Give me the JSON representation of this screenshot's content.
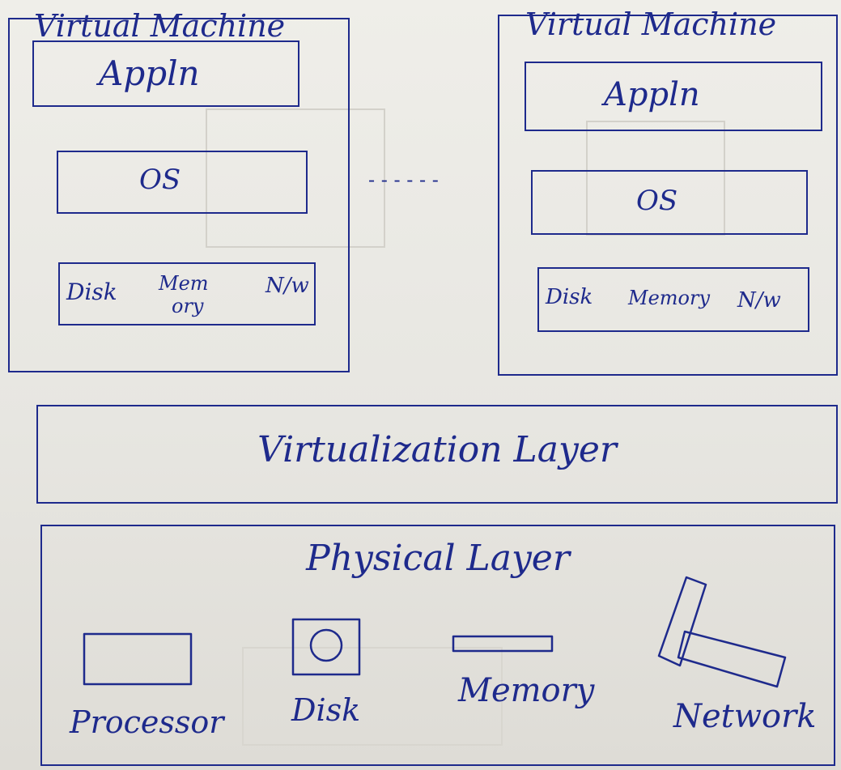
{
  "vm_left": {
    "title": "Virtual Machine",
    "app": "Appln",
    "os": "OS",
    "res_disk": "Disk",
    "res_mem_1": "Mem",
    "res_mem_2": "ory",
    "res_net": "N/w"
  },
  "vm_right": {
    "title": "Virtual Machine",
    "app": "Appln",
    "os": "OS",
    "res_disk": "Disk",
    "res_mem": "Memory",
    "res_net": "N/w"
  },
  "ellipsis": "- - - - - -",
  "virtualization_layer": "Virtualization Layer",
  "physical_layer": {
    "title": "Physical Layer",
    "processor": "Processor",
    "disk": "Disk",
    "memory": "Memory",
    "network": "Network"
  },
  "ink_color": "#1e2a8c"
}
